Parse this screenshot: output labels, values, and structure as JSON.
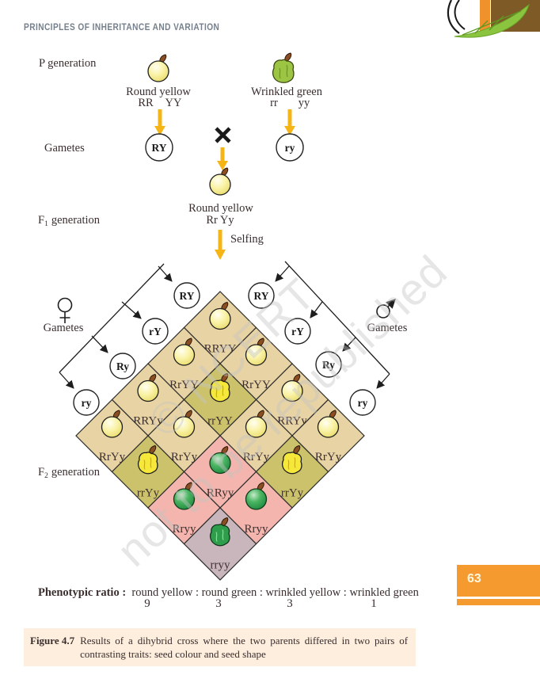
{
  "page": {
    "header": "PRINCIPLES OF INHERITANCE AND VARIATION",
    "page_number": "63"
  },
  "watermark": {
    "line1": "© NCERT",
    "line2": "not to be republished"
  },
  "icons": {
    "logo": "ncert-logo",
    "cross": "multiplication-cross",
    "female": "female-symbol",
    "male": "male-symbol"
  },
  "p_generation": {
    "label": "P generation",
    "gametes_label": "Gametes",
    "parents": [
      {
        "phenotype": "Round yellow",
        "allele1": "RR",
        "allele2": "YY",
        "gamete": "RY",
        "seed": "round-yellow"
      },
      {
        "phenotype": "Wrinkled green",
        "allele1": "rr",
        "allele2": "yy",
        "gamete": "ry",
        "seed": "wrinkled-green-light"
      }
    ]
  },
  "f1": {
    "f": "F",
    "sub": "1",
    "rest": "generation",
    "phenotype": "Round yellow",
    "genotype": "Rr Yy",
    "selfing_label": "Selfing",
    "seed": "round-yellow"
  },
  "punnett": {
    "left_gametes_label": "Gametes",
    "right_gametes_label": "Gametes",
    "left_gametes": [
      "RY",
      "rY",
      "Ry",
      "ry"
    ],
    "right_gametes": [
      "RY",
      "rY",
      "Ry",
      "ry"
    ],
    "f2": {
      "f": "F",
      "sub": "2",
      "rest": "generation"
    },
    "cells": [
      {
        "genotype": "RRYY",
        "seed": "round-yellow",
        "bg": "tan"
      },
      {
        "genotype": "RrYY",
        "seed": "round-yellow",
        "bg": "tan"
      },
      {
        "genotype": "RrYY",
        "seed": "round-yellow",
        "bg": "tan"
      },
      {
        "genotype": "RRYy",
        "seed": "round-yellow",
        "bg": "tan"
      },
      {
        "genotype": "rrYY",
        "seed": "wrinkled-yellow",
        "bg": "olive"
      },
      {
        "genotype": "RRYy",
        "seed": "round-yellow",
        "bg": "tan"
      },
      {
        "genotype": "RrYy",
        "seed": "round-yellow",
        "bg": "tan"
      },
      {
        "genotype": "RrYy",
        "seed": "round-yellow",
        "bg": "tan"
      },
      {
        "genotype": "RrYy",
        "seed": "round-yellow",
        "bg": "tan"
      },
      {
        "genotype": "RrYy",
        "seed": "round-yellow",
        "bg": "tan"
      },
      {
        "genotype": "rrYy",
        "seed": "wrinkled-yellow",
        "bg": "olive"
      },
      {
        "genotype": "RRyy",
        "seed": "round-green",
        "bg": "pink"
      },
      {
        "genotype": "rrYy",
        "seed": "wrinkled-yellow",
        "bg": "olive"
      },
      {
        "genotype": "Rryy",
        "seed": "round-green",
        "bg": "pink"
      },
      {
        "genotype": "Rryy",
        "seed": "round-green",
        "bg": "pink"
      },
      {
        "genotype": "rryy",
        "seed": "wrinkled-green",
        "bg": "mauve"
      }
    ]
  },
  "ratio": {
    "label": "Phenotypic ratio :",
    "text": "round yellow : round green : wrinkled yellow : wrinkled green",
    "values": [
      "9",
      "3",
      "3",
      "1"
    ]
  },
  "caption": {
    "label": "Figure 4.7",
    "text": "Results of a dihybrid cross where the two parents differed in two pairs of contrasting traits: seed colour and seed shape"
  },
  "colors": {
    "cell_tan": "#e8d3a4",
    "cell_olive": "#cdc26c",
    "cell_pink": "#f3b5ad",
    "cell_mauve": "#c9b6bd",
    "arrow_yellow": "#f5b517",
    "badge_orange": "#f49a2e",
    "caption_bg": "#fdeedd",
    "header_gray": "#75808c",
    "round_yellow_seed": "#faf3a8",
    "wrinkled_yellow_seed": "#f6e83a",
    "round_green_seed": "#2fa452",
    "wrinkled_green_seed": "#2f9e4c",
    "parent_green_seed": "#9cc544"
  }
}
